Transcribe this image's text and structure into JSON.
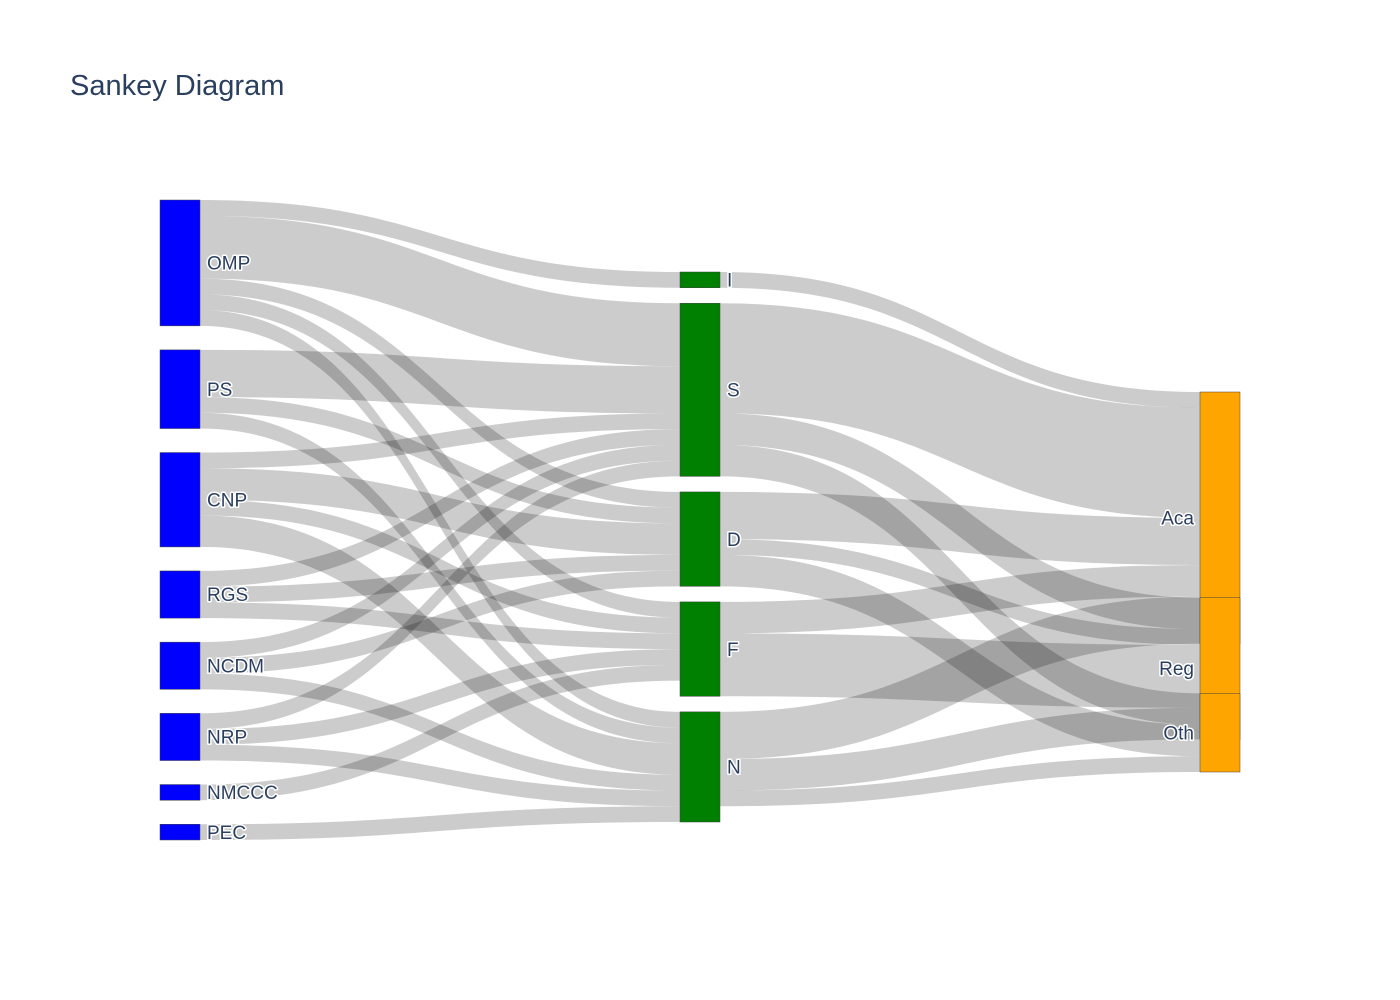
{
  "title": "Sankey Diagram",
  "chart_data": {
    "type": "sankey",
    "link_color": "#000000",
    "link_opacity": 0.2,
    "nodes": [
      {
        "id": "OMP",
        "label": "OMP",
        "column": 0,
        "color": "#0000ff"
      },
      {
        "id": "PS",
        "label": "PS",
        "column": 0,
        "color": "#0000ff"
      },
      {
        "id": "CNP",
        "label": "CNP",
        "column": 0,
        "color": "#0000ff"
      },
      {
        "id": "RGS",
        "label": "RGS",
        "column": 0,
        "color": "#0000ff"
      },
      {
        "id": "NCDM",
        "label": "NCDM",
        "column": 0,
        "color": "#0000ff"
      },
      {
        "id": "NRP",
        "label": "NRP",
        "column": 0,
        "color": "#0000ff"
      },
      {
        "id": "NMCCC",
        "label": "NMCCC",
        "column": 0,
        "color": "#0000ff"
      },
      {
        "id": "PEC",
        "label": "PEC",
        "column": 0,
        "color": "#0000ff"
      },
      {
        "id": "I",
        "label": "I",
        "column": 1,
        "color": "#008000"
      },
      {
        "id": "S",
        "label": "S",
        "column": 1,
        "color": "#008000"
      },
      {
        "id": "D",
        "label": "D",
        "column": 1,
        "color": "#008000"
      },
      {
        "id": "F",
        "label": "F",
        "column": 1,
        "color": "#008000"
      },
      {
        "id": "N",
        "label": "N",
        "column": 1,
        "color": "#008000"
      },
      {
        "id": "Aca",
        "label": "Aca",
        "column": 2,
        "color": "#ffa500"
      },
      {
        "id": "Reg",
        "label": "Reg",
        "column": 2,
        "color": "#ffa500"
      },
      {
        "id": "Oth",
        "label": "Oth",
        "column": 2,
        "color": "#ffa500"
      }
    ],
    "links": [
      {
        "source": "OMP",
        "target": "I",
        "value": 1
      },
      {
        "source": "OMP",
        "target": "S",
        "value": 4
      },
      {
        "source": "OMP",
        "target": "D",
        "value": 1
      },
      {
        "source": "OMP",
        "target": "F",
        "value": 1
      },
      {
        "source": "OMP",
        "target": "N",
        "value": 1
      },
      {
        "source": "PS",
        "target": "S",
        "value": 3
      },
      {
        "source": "PS",
        "target": "D",
        "value": 1
      },
      {
        "source": "PS",
        "target": "N",
        "value": 1
      },
      {
        "source": "CNP",
        "target": "S",
        "value": 1
      },
      {
        "source": "CNP",
        "target": "D",
        "value": 2
      },
      {
        "source": "CNP",
        "target": "F",
        "value": 1
      },
      {
        "source": "CNP",
        "target": "N",
        "value": 2
      },
      {
        "source": "RGS",
        "target": "S",
        "value": 1
      },
      {
        "source": "RGS",
        "target": "D",
        "value": 1
      },
      {
        "source": "RGS",
        "target": "F",
        "value": 1
      },
      {
        "source": "NCDM",
        "target": "S",
        "value": 1
      },
      {
        "source": "NCDM",
        "target": "D",
        "value": 1
      },
      {
        "source": "NCDM",
        "target": "N",
        "value": 1
      },
      {
        "source": "NRP",
        "target": "S",
        "value": 1
      },
      {
        "source": "NRP",
        "target": "F",
        "value": 1
      },
      {
        "source": "NRP",
        "target": "N",
        "value": 1
      },
      {
        "source": "NMCCC",
        "target": "F",
        "value": 1
      },
      {
        "source": "PEC",
        "target": "N",
        "value": 1
      },
      {
        "source": "I",
        "target": "Aca",
        "value": 1
      },
      {
        "source": "S",
        "target": "Aca",
        "value": 7
      },
      {
        "source": "S",
        "target": "Reg",
        "value": 2
      },
      {
        "source": "S",
        "target": "Oth",
        "value": 2
      },
      {
        "source": "D",
        "target": "Aca",
        "value": 3
      },
      {
        "source": "D",
        "target": "Reg",
        "value": 1
      },
      {
        "source": "D",
        "target": "Oth",
        "value": 2
      },
      {
        "source": "F",
        "target": "Aca",
        "value": 2
      },
      {
        "source": "F",
        "target": "Reg",
        "value": 4
      },
      {
        "source": "N",
        "target": "Aca",
        "value": 3
      },
      {
        "source": "N",
        "target": "Reg",
        "value": 2
      },
      {
        "source": "N",
        "target": "Oth",
        "value": 1
      }
    ]
  }
}
